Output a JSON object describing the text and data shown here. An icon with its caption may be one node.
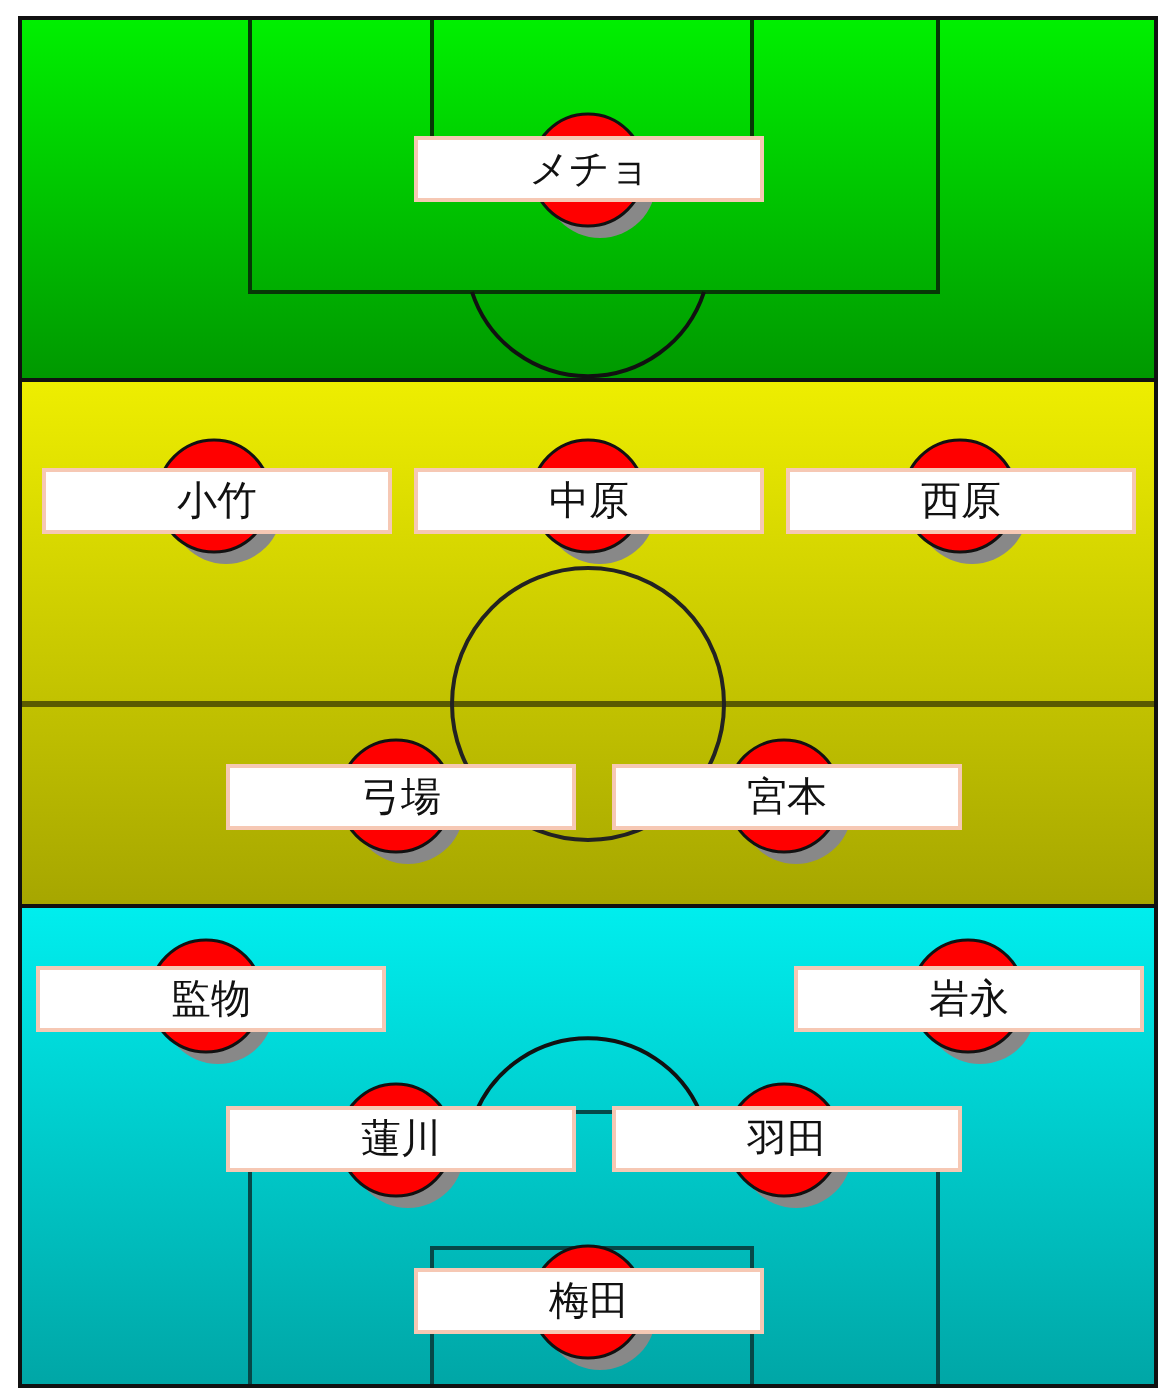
{
  "diagram": {
    "nodes": [
      {
        "text": [
          "メチョ"
        ]
      },
      {
        "text": [
          "小竹"
        ]
      },
      {
        "text": [
          "中原"
        ]
      },
      {
        "text": [
          "西原"
        ]
      },
      {
        "text": [
          "弓場"
        ]
      },
      {
        "text": [
          "宮本"
        ]
      },
      {
        "text": [
          "監物"
        ]
      },
      {
        "text": [
          "岩永"
        ]
      },
      {
        "text": [
          "蓮川"
        ]
      },
      {
        "text": [
          "羽田"
        ]
      },
      {
        "text": [
          "梅田"
        ]
      }
    ]
  }
}
